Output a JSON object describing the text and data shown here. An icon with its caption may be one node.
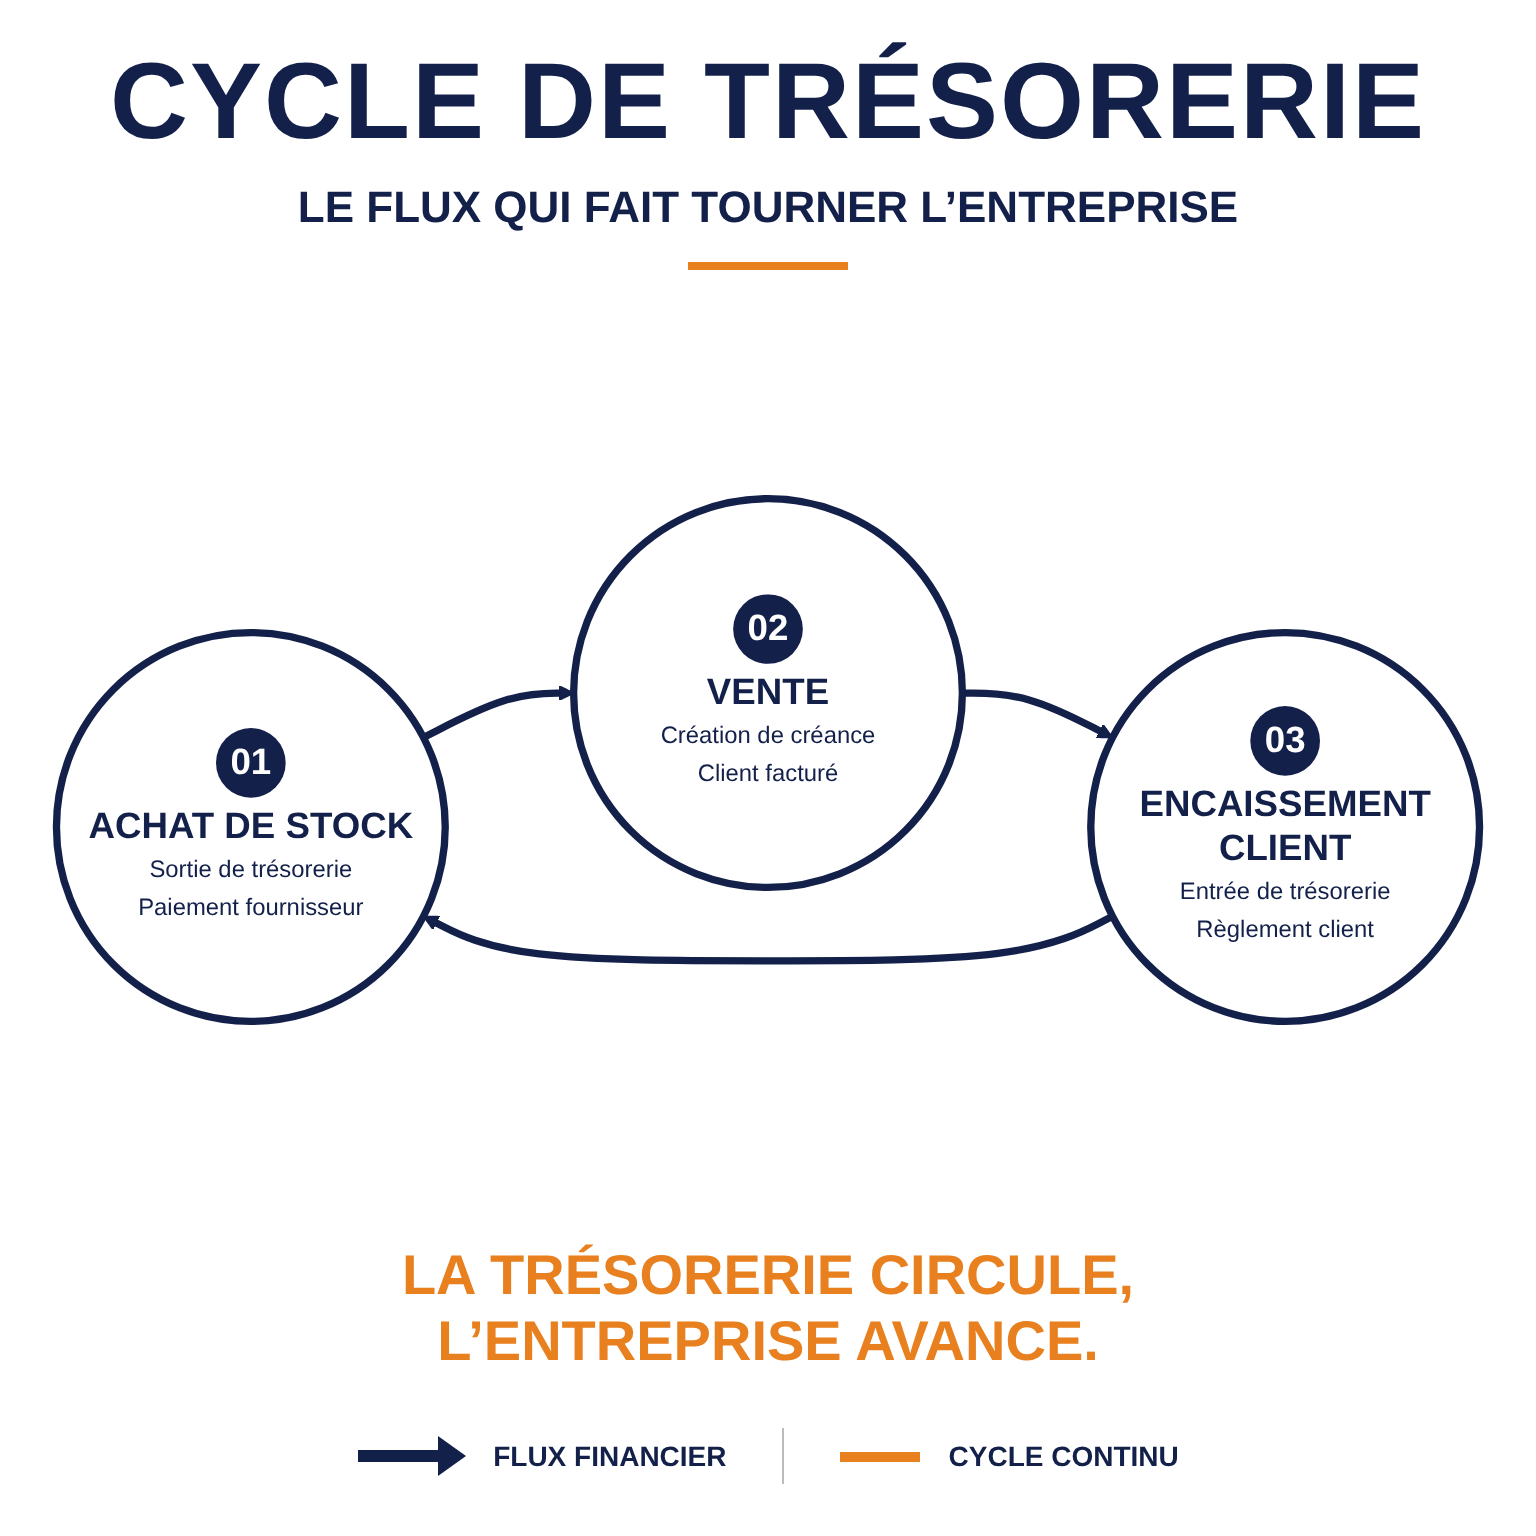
{
  "diagram": {
    "title": "CYCLE DE TRÉSORERIE",
    "nodes": [
      {
        "text": [
          "01",
          "ACHAT DE STOCK",
          "Sortie de trésorerie",
          "Paiement fournisseur"
        ]
      },
      {
        "text": [
          "02",
          "VENTE",
          "Création de créance",
          "Client facturé"
        ]
      },
      {
        "text": [
          "03",
          "ENCAISSEMENT CLIENT",
          "Entrée de trésorerie",
          "Règlement client"
        ]
      }
    ],
    "edges": [
      {
        "from": 0,
        "to": 1,
        "arrow": "to"
      },
      {
        "from": 1,
        "to": 2,
        "arrow": "to"
      },
      {
        "from": 2,
        "to": 0,
        "arrow": "to"
      }
    ],
    "labels": [
      "LE FLUX QUI FAIT TOURNER L’ENTREPRISE",
      "LA TRÉSORERIE CIRCULE, L’ENTREPRISE AVANCE."
    ],
    "legend": [
      {
        "text": "FLUX FINANCIER"
      },
      {
        "text": "CYCLE CONTINU"
      }
    ]
  }
}
